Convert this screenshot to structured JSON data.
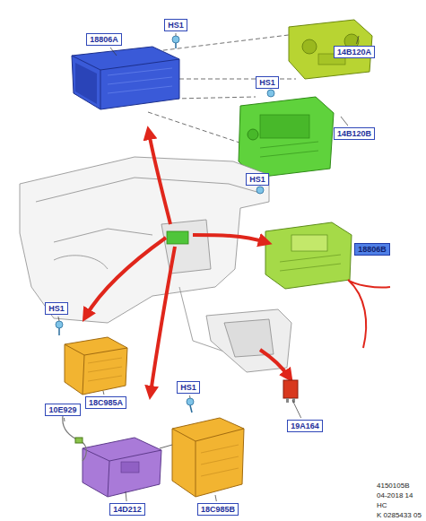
{
  "diagram": {
    "nodes": [
      {
        "text": [
          "HS1"
        ]
      },
      {
        "text": [
          "18806A"
        ]
      },
      {
        "text": [
          "14B120A"
        ]
      },
      {
        "text": [
          "HS1"
        ]
      },
      {
        "text": [
          "14B120B"
        ]
      },
      {
        "text": [
          "HS1"
        ]
      },
      {
        "text": [
          "18806B"
        ]
      },
      {
        "text": [
          "HS1"
        ]
      },
      {
        "text": [
          "18C985A"
        ]
      },
      {
        "text": [
          "HS1"
        ]
      },
      {
        "text": [
          "10E929"
        ]
      },
      {
        "text": [
          "14D212"
        ]
      },
      {
        "text": [
          "18C985B"
        ]
      },
      {
        "text": [
          "19A164"
        ]
      }
    ],
    "labels": [
      "4150105B",
      "04-2018 14",
      "HC",
      "K 0285433 05"
    ]
  }
}
